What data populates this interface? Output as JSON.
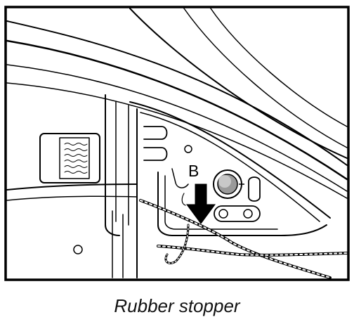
{
  "illustration": {
    "callout_label": "B",
    "callout_arrow_direction": "down",
    "line_color": "#000000",
    "background_color": "#ffffff"
  },
  "caption": "Rubber stopper"
}
